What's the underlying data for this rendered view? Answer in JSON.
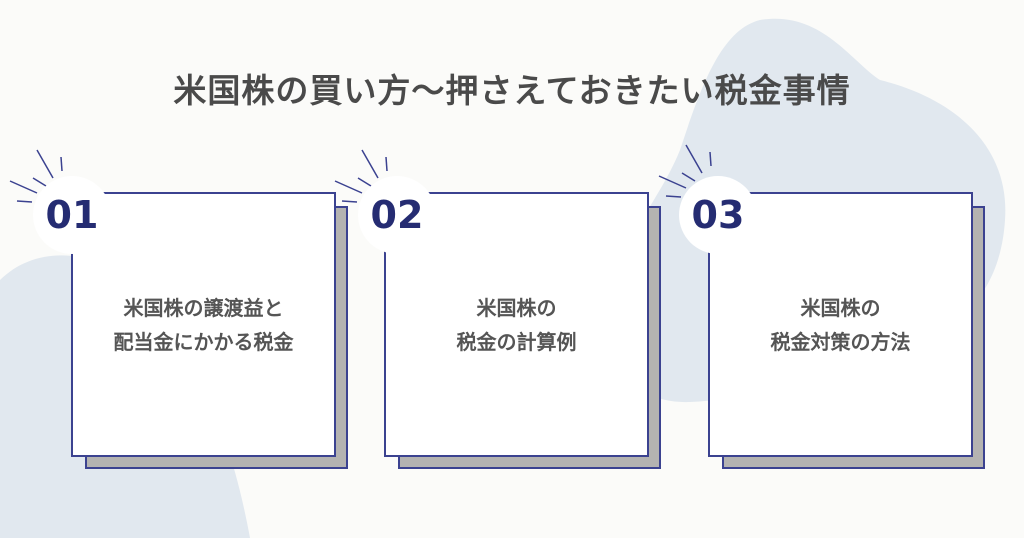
{
  "title": "米国株の買い方〜押さえておきたい税金事情",
  "colors": {
    "accent": "#252c72",
    "border": "#3b4290",
    "shadow": "#b4b3b1",
    "blob": "#e1e8ef",
    "text": "#555555"
  },
  "cards": [
    {
      "number": "01",
      "line1": "米国株の譲渡益と",
      "line2": "配当金にかかる税金"
    },
    {
      "number": "02",
      "line1": "米国株の",
      "line2": "税金の計算例"
    },
    {
      "number": "03",
      "line1": "米国株の",
      "line2": "税金対策の方法"
    }
  ]
}
